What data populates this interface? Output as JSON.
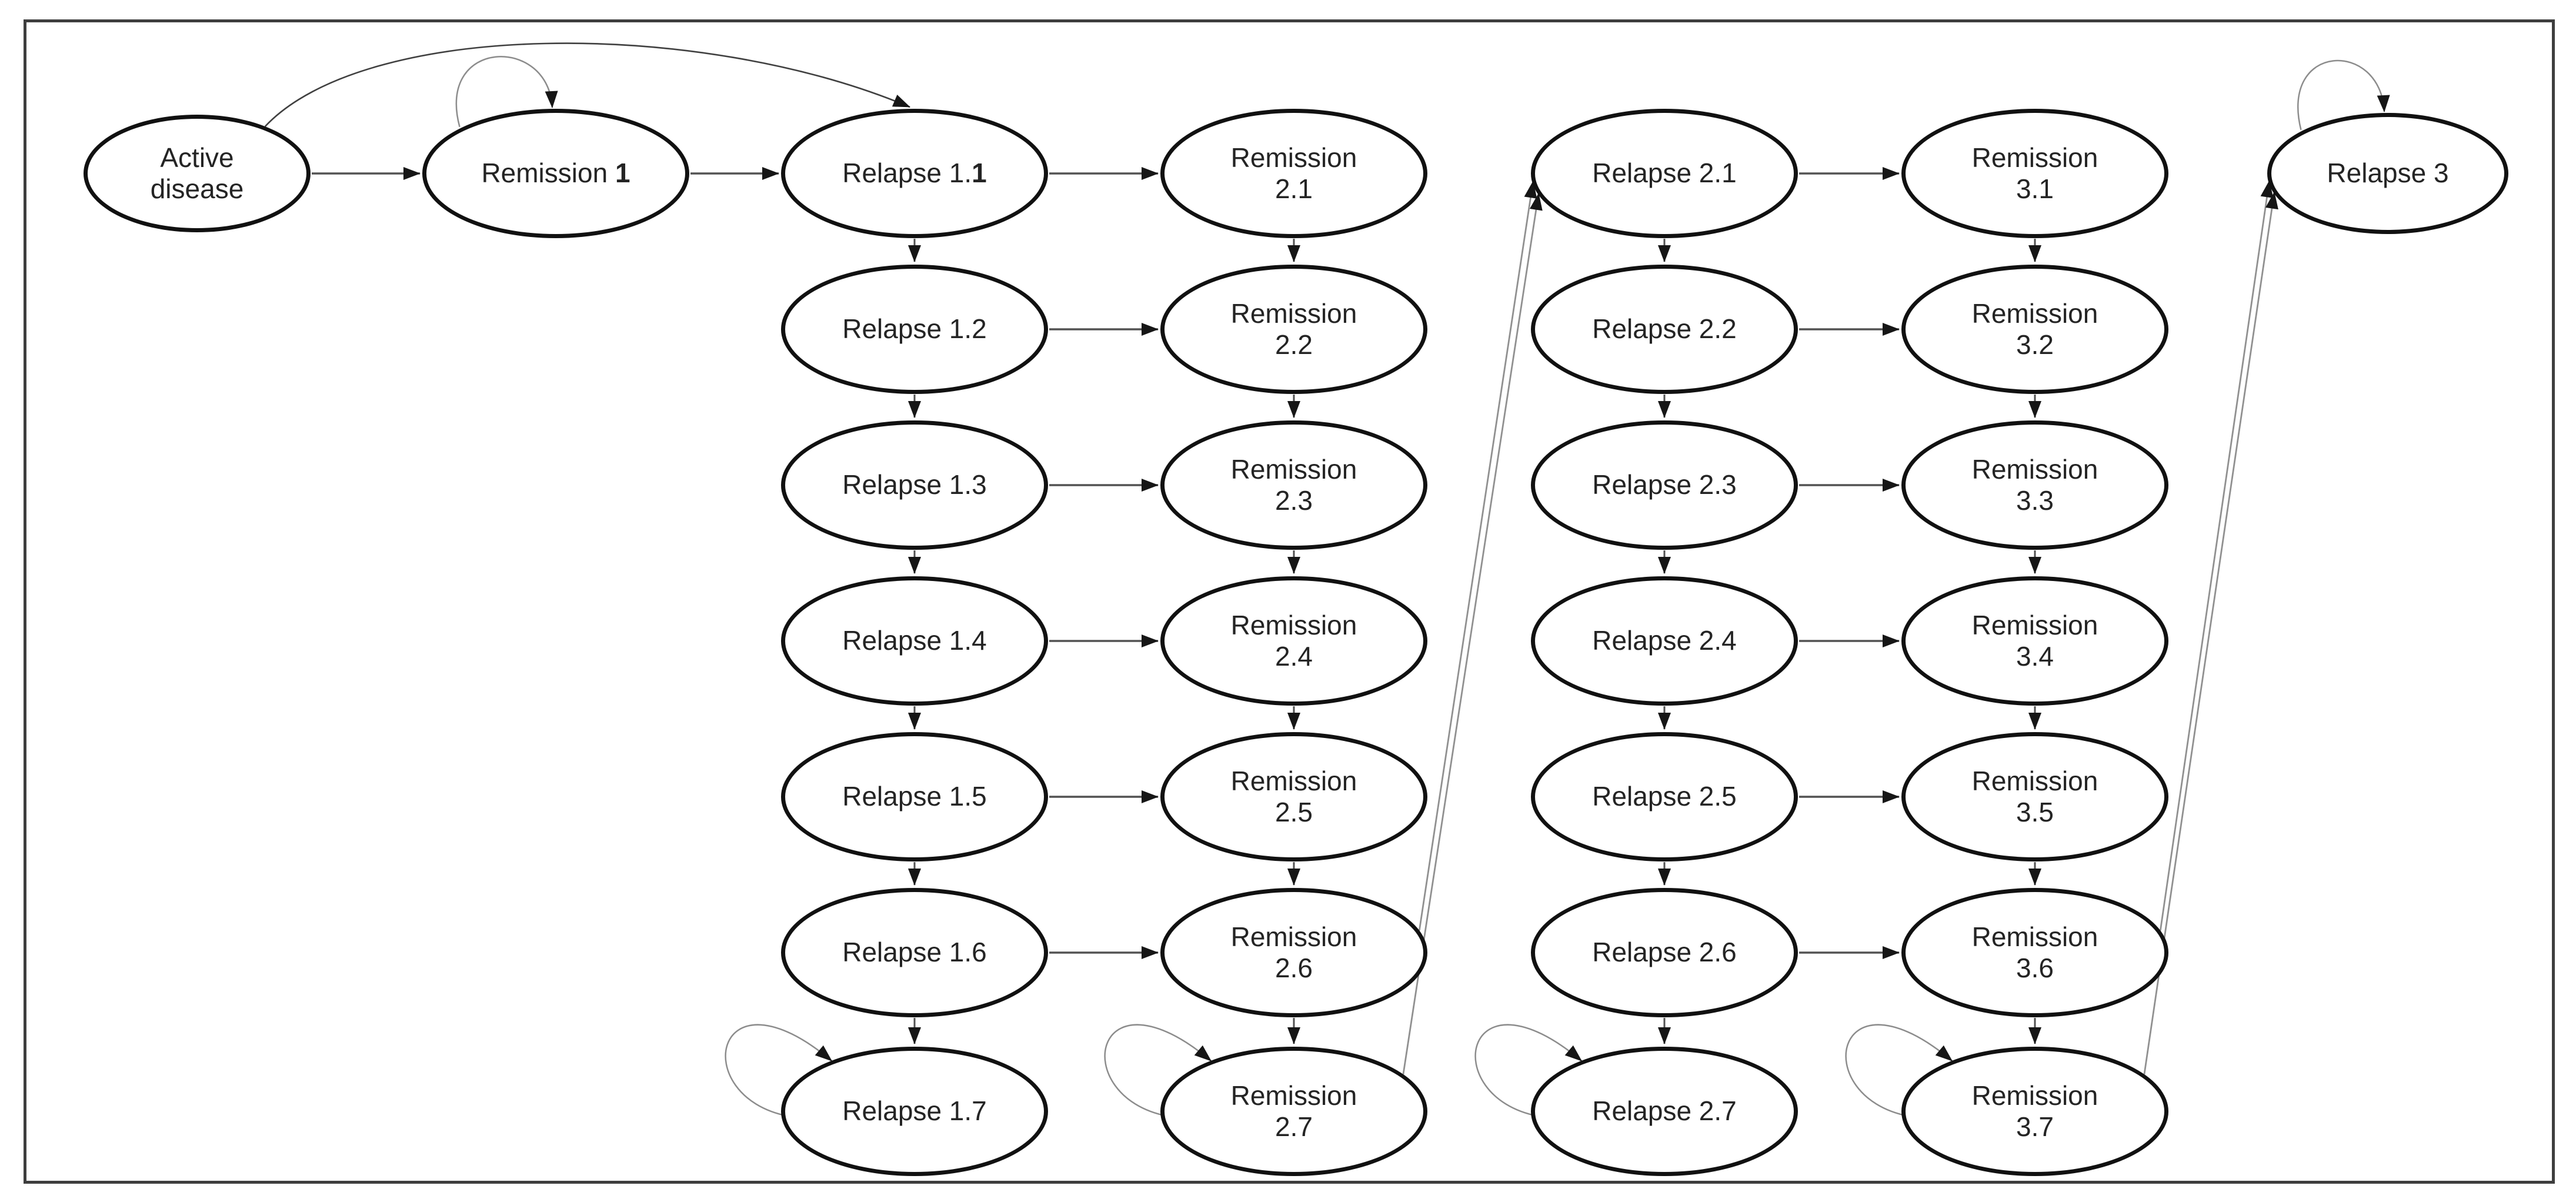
{
  "figure": {
    "title": "Disease state transition diagram",
    "background": "#ffffff",
    "frame_color": "#3e3e3e",
    "node_fill": "#ffffff",
    "node_stroke": "#111111",
    "text_color": "#242424",
    "connector_color": "#525252",
    "diagonal_color": "#909090",
    "loop_color": "#8c8c8c",
    "arc_color": "#404040",
    "arrowhead_color": "#161616"
  },
  "nodes": [
    {
      "id": "active",
      "line1": "Active",
      "bold": "",
      "line2": "disease",
      "col": 0,
      "row": 0
    },
    {
      "id": "remission-1",
      "line1": "Remission ",
      "bold": "1",
      "line2": "",
      "col": 1,
      "row": 0
    },
    {
      "id": "relapse-1-1",
      "line1": "Relapse 1.",
      "bold": "1",
      "line2": "",
      "col": 2,
      "row": 0
    },
    {
      "id": "relapse-1-2",
      "line1": "Relapse 1.2",
      "bold": "",
      "line2": "",
      "col": 2,
      "row": 1
    },
    {
      "id": "relapse-1-3",
      "line1": "Relapse 1.3",
      "bold": "",
      "line2": "",
      "col": 2,
      "row": 2
    },
    {
      "id": "relapse-1-4",
      "line1": "Relapse 1.4",
      "bold": "",
      "line2": "",
      "col": 2,
      "row": 3
    },
    {
      "id": "relapse-1-5",
      "line1": "Relapse 1.5",
      "bold": "",
      "line2": "",
      "col": 2,
      "row": 4
    },
    {
      "id": "relapse-1-6",
      "line1": "Relapse 1.6",
      "bold": "",
      "line2": "",
      "col": 2,
      "row": 5
    },
    {
      "id": "relapse-1-7",
      "line1": "Relapse 1.7",
      "bold": "",
      "line2": "",
      "col": 2,
      "row": 6
    },
    {
      "id": "remission-2-1",
      "line1": "Remission",
      "bold": "",
      "line2": "2.1",
      "col": 3,
      "row": 0
    },
    {
      "id": "remission-2-2",
      "line1": "Remission",
      "bold": "",
      "line2": "2.2",
      "col": 3,
      "row": 1
    },
    {
      "id": "remission-2-3",
      "line1": "Remission",
      "bold": "",
      "line2": "2.3",
      "col": 3,
      "row": 2
    },
    {
      "id": "remission-2-4",
      "line1": "Remission",
      "bold": "",
      "line2": "2.4",
      "col": 3,
      "row": 3
    },
    {
      "id": "remission-2-5",
      "line1": "Remission",
      "bold": "",
      "line2": "2.5",
      "col": 3,
      "row": 4
    },
    {
      "id": "remission-2-6",
      "line1": "Remission",
      "bold": "",
      "line2": "2.6",
      "col": 3,
      "row": 5
    },
    {
      "id": "remission-2-7",
      "line1": "Remission",
      "bold": "",
      "line2": "2.7",
      "col": 3,
      "row": 6
    },
    {
      "id": "relapse-2-1",
      "line1": "Relapse 2.1",
      "bold": "",
      "line2": "",
      "col": 4,
      "row": 0
    },
    {
      "id": "relapse-2-2",
      "line1": "Relapse 2.2",
      "bold": "",
      "line2": "",
      "col": 4,
      "row": 1
    },
    {
      "id": "relapse-2-3",
      "line1": "Relapse 2.3",
      "bold": "",
      "line2": "",
      "col": 4,
      "row": 2
    },
    {
      "id": "relapse-2-4",
      "line1": "Relapse 2.4",
      "bold": "",
      "line2": "",
      "col": 4,
      "row": 3
    },
    {
      "id": "relapse-2-5",
      "line1": "Relapse 2.5",
      "bold": "",
      "line2": "",
      "col": 4,
      "row": 4
    },
    {
      "id": "relapse-2-6",
      "line1": "Relapse 2.6",
      "bold": "",
      "line2": "",
      "col": 4,
      "row": 5
    },
    {
      "id": "relapse-2-7",
      "line1": "Relapse 2.7",
      "bold": "",
      "line2": "",
      "col": 4,
      "row": 6
    },
    {
      "id": "remission-3-1",
      "line1": "Remission",
      "bold": "",
      "line2": "3.1",
      "col": 5,
      "row": 0
    },
    {
      "id": "remission-3-2",
      "line1": "Remission",
      "bold": "",
      "line2": "3.2",
      "col": 5,
      "row": 1
    },
    {
      "id": "remission-3-3",
      "line1": "Remission",
      "bold": "",
      "line2": "3.3",
      "col": 5,
      "row": 2
    },
    {
      "id": "remission-3-4",
      "line1": "Remission",
      "bold": "",
      "line2": "3.4",
      "col": 5,
      "row": 3
    },
    {
      "id": "remission-3-5",
      "line1": "Remission",
      "bold": "",
      "line2": "3.5",
      "col": 5,
      "row": 4
    },
    {
      "id": "remission-3-6",
      "line1": "Remission",
      "bold": "",
      "line2": "3.6",
      "col": 5,
      "row": 5
    },
    {
      "id": "remission-3-7",
      "line1": "Remission",
      "bold": "",
      "line2": "3.7",
      "col": 5,
      "row": 6
    },
    {
      "id": "relapse-3",
      "line1": "Relapse 3",
      "bold": "",
      "line2": "",
      "col": 6,
      "row": 0
    }
  ],
  "edges": [
    {
      "type": "arrow-h",
      "from": "active",
      "to": "remission-1"
    },
    {
      "type": "arrow-h",
      "from": "remission-1",
      "to": "relapse-1-1"
    },
    {
      "type": "arrow-h",
      "from": "relapse-1-1",
      "to": "remission-2-1"
    },
    {
      "type": "arrow-h",
      "from": "relapse-1-2",
      "to": "remission-2-2"
    },
    {
      "type": "arrow-h",
      "from": "relapse-1-3",
      "to": "remission-2-3"
    },
    {
      "type": "arrow-h",
      "from": "relapse-1-4",
      "to": "remission-2-4"
    },
    {
      "type": "arrow-h",
      "from": "relapse-1-5",
      "to": "remission-2-5"
    },
    {
      "type": "arrow-h",
      "from": "relapse-1-6",
      "to": "remission-2-6"
    },
    {
      "type": "arrow-h",
      "from": "relapse-2-1",
      "to": "remission-3-1"
    },
    {
      "type": "arrow-h",
      "from": "relapse-2-2",
      "to": "remission-3-2"
    },
    {
      "type": "arrow-h",
      "from": "relapse-2-3",
      "to": "remission-3-3"
    },
    {
      "type": "arrow-h",
      "from": "relapse-2-4",
      "to": "remission-3-4"
    },
    {
      "type": "arrow-h",
      "from": "relapse-2-5",
      "to": "remission-3-5"
    },
    {
      "type": "arrow-h",
      "from": "relapse-2-6",
      "to": "remission-3-6"
    },
    {
      "type": "arrow-v",
      "from": "relapse-1-1",
      "to": "relapse-1-2"
    },
    {
      "type": "arrow-v",
      "from": "relapse-1-2",
      "to": "relapse-1-3"
    },
    {
      "type": "arrow-v",
      "from": "relapse-1-3",
      "to": "relapse-1-4"
    },
    {
      "type": "arrow-v",
      "from": "relapse-1-4",
      "to": "relapse-1-5"
    },
    {
      "type": "arrow-v",
      "from": "relapse-1-5",
      "to": "relapse-1-6"
    },
    {
      "type": "arrow-v",
      "from": "relapse-1-6",
      "to": "relapse-1-7"
    },
    {
      "type": "arrow-v",
      "from": "remission-2-1",
      "to": "remission-2-2"
    },
    {
      "type": "arrow-v",
      "from": "remission-2-2",
      "to": "remission-2-3"
    },
    {
      "type": "arrow-v",
      "from": "remission-2-3",
      "to": "remission-2-4"
    },
    {
      "type": "arrow-v",
      "from": "remission-2-4",
      "to": "remission-2-5"
    },
    {
      "type": "arrow-v",
      "from": "remission-2-5",
      "to": "remission-2-6"
    },
    {
      "type": "arrow-v",
      "from": "remission-2-6",
      "to": "remission-2-7"
    },
    {
      "type": "arrow-v",
      "from": "relapse-2-1",
      "to": "relapse-2-2"
    },
    {
      "type": "arrow-v",
      "from": "relapse-2-2",
      "to": "relapse-2-3"
    },
    {
      "type": "arrow-v",
      "from": "relapse-2-3",
      "to": "relapse-2-4"
    },
    {
      "type": "arrow-v",
      "from": "relapse-2-4",
      "to": "relapse-2-5"
    },
    {
      "type": "arrow-v",
      "from": "relapse-2-5",
      "to": "relapse-2-6"
    },
    {
      "type": "arrow-v",
      "from": "relapse-2-6",
      "to": "relapse-2-7"
    },
    {
      "type": "arrow-v",
      "from": "remission-3-1",
      "to": "remission-3-2"
    },
    {
      "type": "arrow-v",
      "from": "remission-3-2",
      "to": "remission-3-3"
    },
    {
      "type": "arrow-v",
      "from": "remission-3-3",
      "to": "remission-3-4"
    },
    {
      "type": "arrow-v",
      "from": "remission-3-4",
      "to": "remission-3-5"
    },
    {
      "type": "arrow-v",
      "from": "remission-3-5",
      "to": "remission-3-6"
    },
    {
      "type": "arrow-v",
      "from": "remission-3-6",
      "to": "remission-3-7"
    },
    {
      "type": "arc-top",
      "from": "active",
      "to": "relapse-1-1"
    },
    {
      "type": "self-loop-top",
      "from": "remission-1",
      "to": "remission-1"
    },
    {
      "type": "self-loop-top",
      "from": "relapse-3",
      "to": "relapse-3"
    },
    {
      "type": "self-loop-left",
      "from": "relapse-1-7",
      "to": "relapse-1-7"
    },
    {
      "type": "self-loop-left",
      "from": "remission-2-7",
      "to": "remission-2-7"
    },
    {
      "type": "self-loop-left",
      "from": "relapse-2-7",
      "to": "relapse-2-7"
    },
    {
      "type": "self-loop-left",
      "from": "remission-3-7",
      "to": "remission-3-7"
    },
    {
      "type": "diag-up",
      "from": "remission-2-6",
      "to": "relapse-2-1"
    },
    {
      "type": "diag-up",
      "from": "remission-2-7",
      "to": "relapse-2-1"
    },
    {
      "type": "diag-up",
      "from": "remission-3-6",
      "to": "relapse-3"
    },
    {
      "type": "diag-up",
      "from": "remission-3-7",
      "to": "relapse-3"
    }
  ]
}
